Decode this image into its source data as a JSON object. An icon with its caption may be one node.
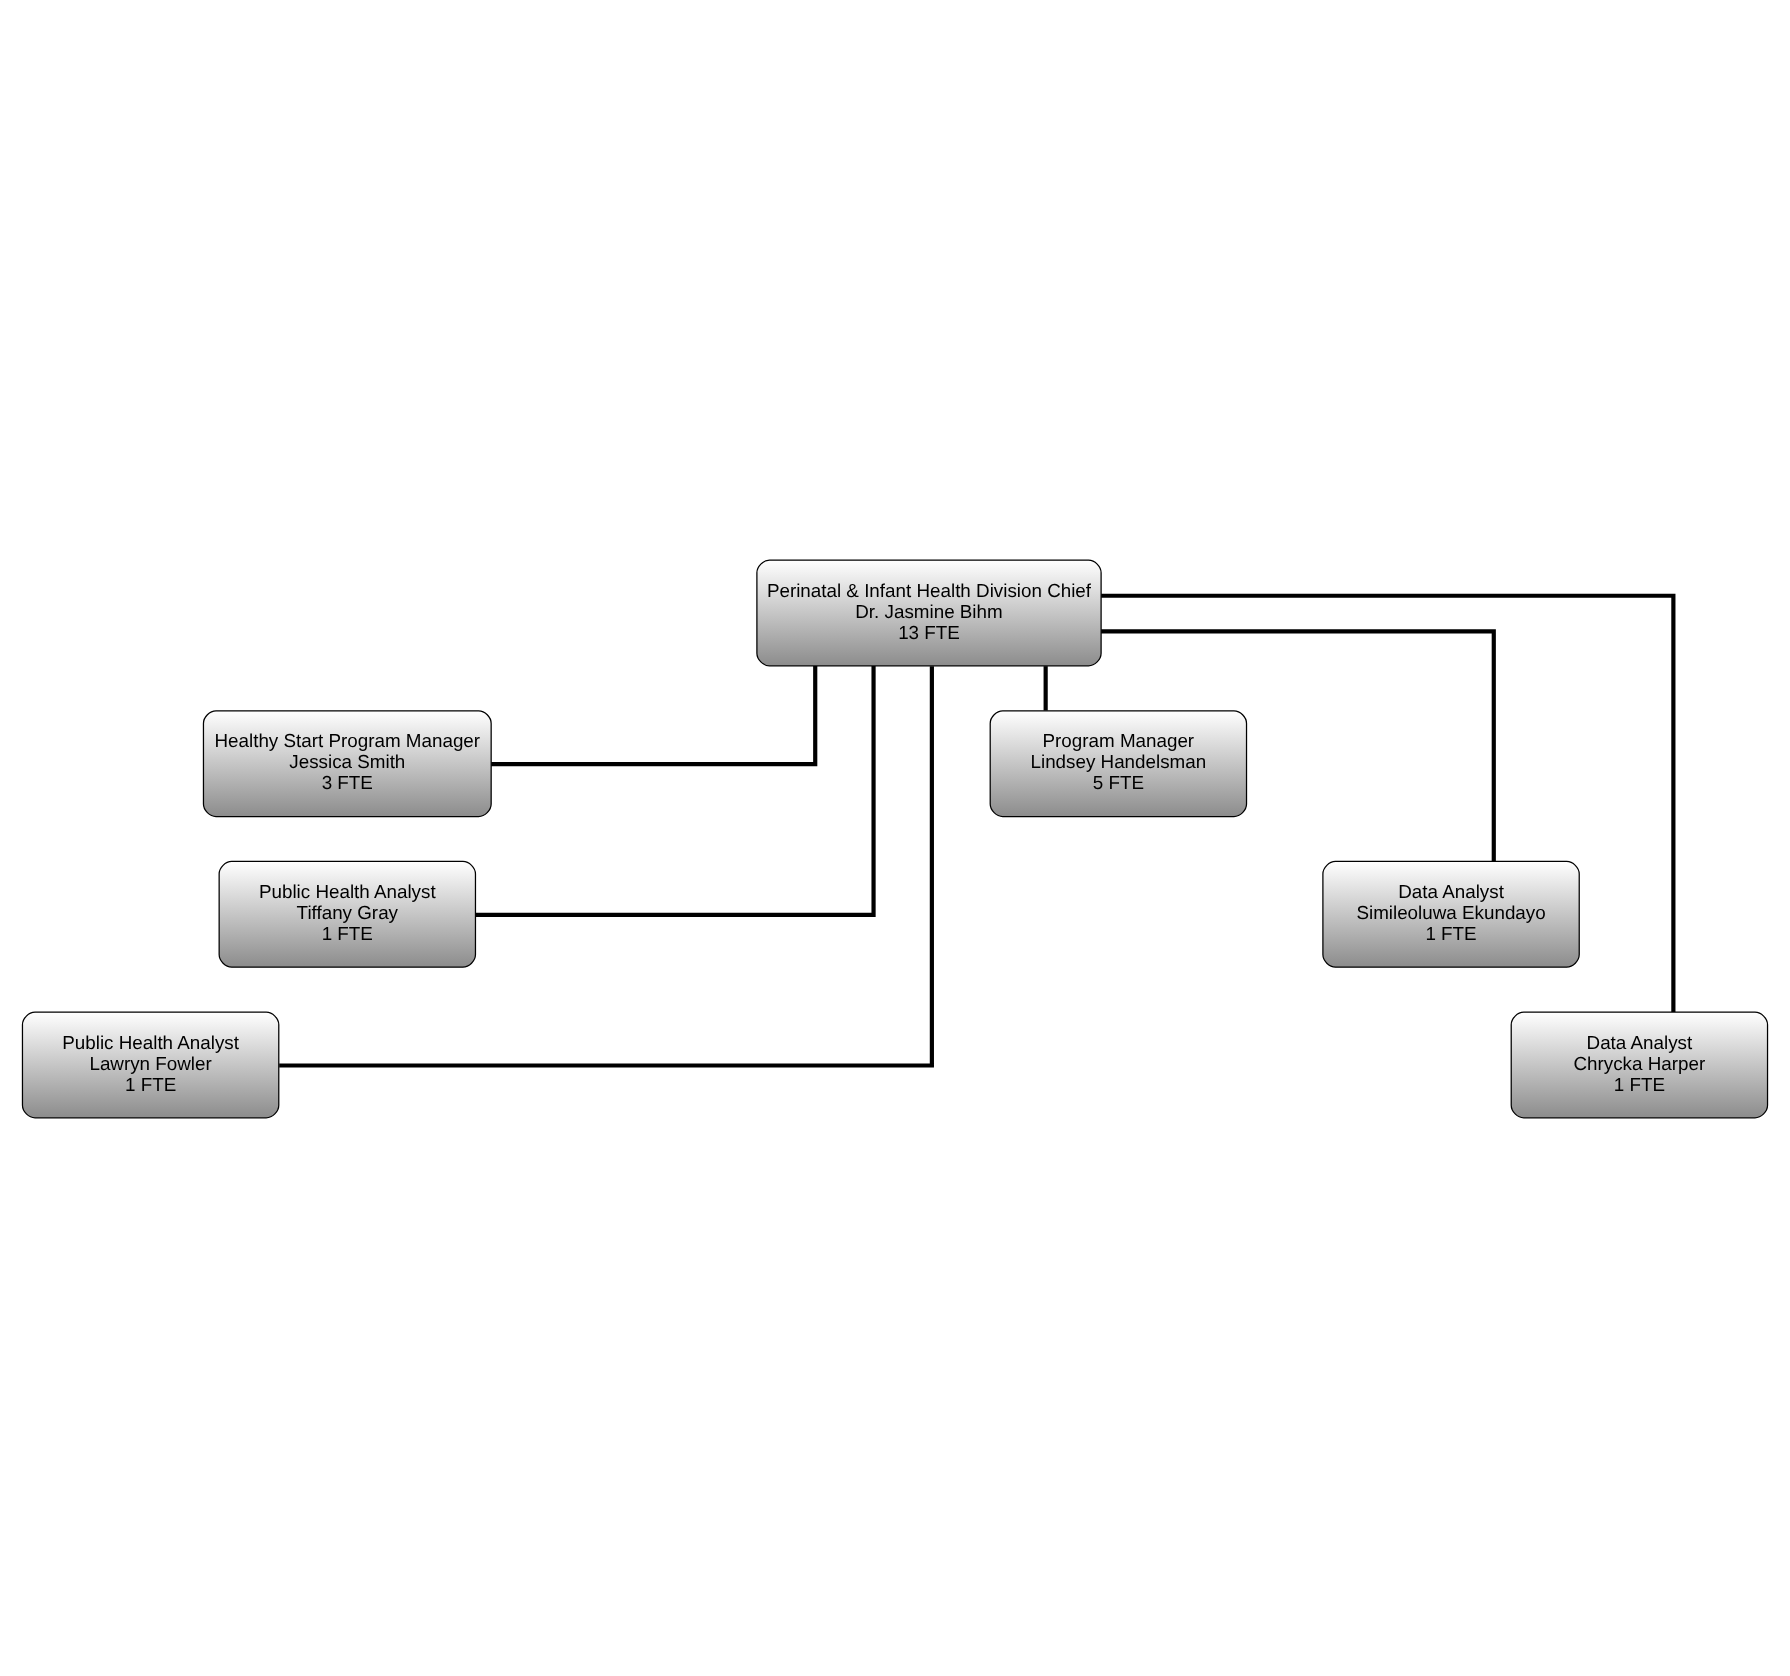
{
  "diagram": {
    "nodes": [
      {
        "text": [
          "Perinatal & Infant Health Division Chief",
          "Dr. Jasmine Bihm",
          "13 FTE"
        ]
      },
      {
        "text": [
          "Healthy Start Program Manager",
          "Jessica Smith",
          "3 FTE"
        ]
      },
      {
        "text": [
          "Program Manager",
          "Lindsey Handelsman",
          "5 FTE"
        ]
      },
      {
        "text": [
          "Public Health Analyst",
          "Tiffany Gray",
          "1 FTE"
        ]
      },
      {
        "text": [
          "Data Analyst",
          "Simileoluwa Ekundayo",
          "1 FTE"
        ]
      },
      {
        "text": [
          "Public Health Analyst",
          "Lawryn Fowler",
          "1 FTE"
        ]
      },
      {
        "text": [
          "Data Analyst",
          "Chrycka Harper",
          "1 FTE"
        ]
      }
    ],
    "edges": [
      {
        "from": 0,
        "to": 1,
        "arrow": "none"
      },
      {
        "from": 0,
        "to": 2,
        "arrow": "none"
      },
      {
        "from": 0,
        "to": 3,
        "arrow": "none"
      },
      {
        "from": 0,
        "to": 4,
        "arrow": "none"
      },
      {
        "from": 0,
        "to": 5,
        "arrow": "none"
      },
      {
        "from": 0,
        "to": 6,
        "arrow": "none"
      }
    ]
  }
}
